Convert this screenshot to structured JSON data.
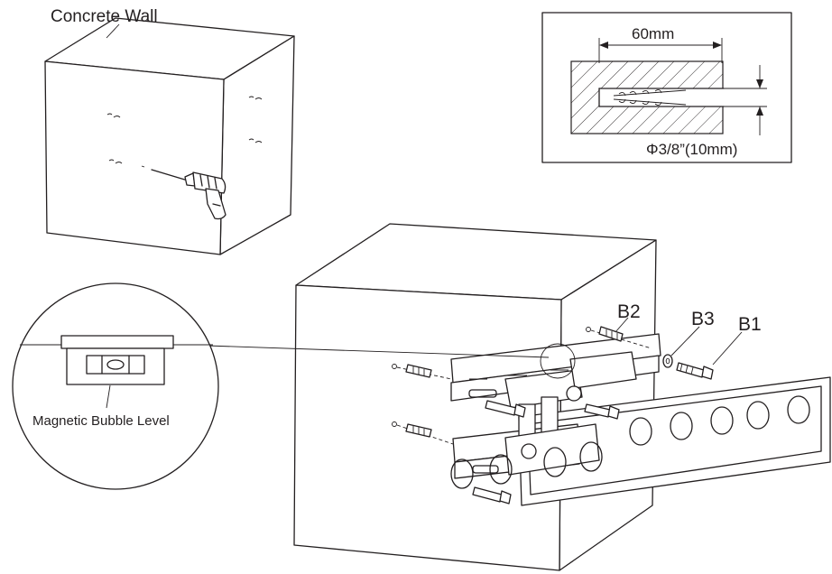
{
  "labels": {
    "concrete_wall": "Concrete Wall",
    "depth": "60mm",
    "diameter": "Φ3/8”(10mm)",
    "bubble_level": "Magnetic Bubble Level",
    "b1": "B1",
    "b2": "B2",
    "b3": "B3"
  },
  "icons": [
    "drill-icon",
    "anchor-icon",
    "bolt-icon",
    "washer-icon",
    "bubble-level-icon",
    "wall-mount-bracket-icon"
  ],
  "colors": {
    "ink": "#231f20",
    "paper": "#ffffff",
    "hole": "#f2f2f2"
  }
}
